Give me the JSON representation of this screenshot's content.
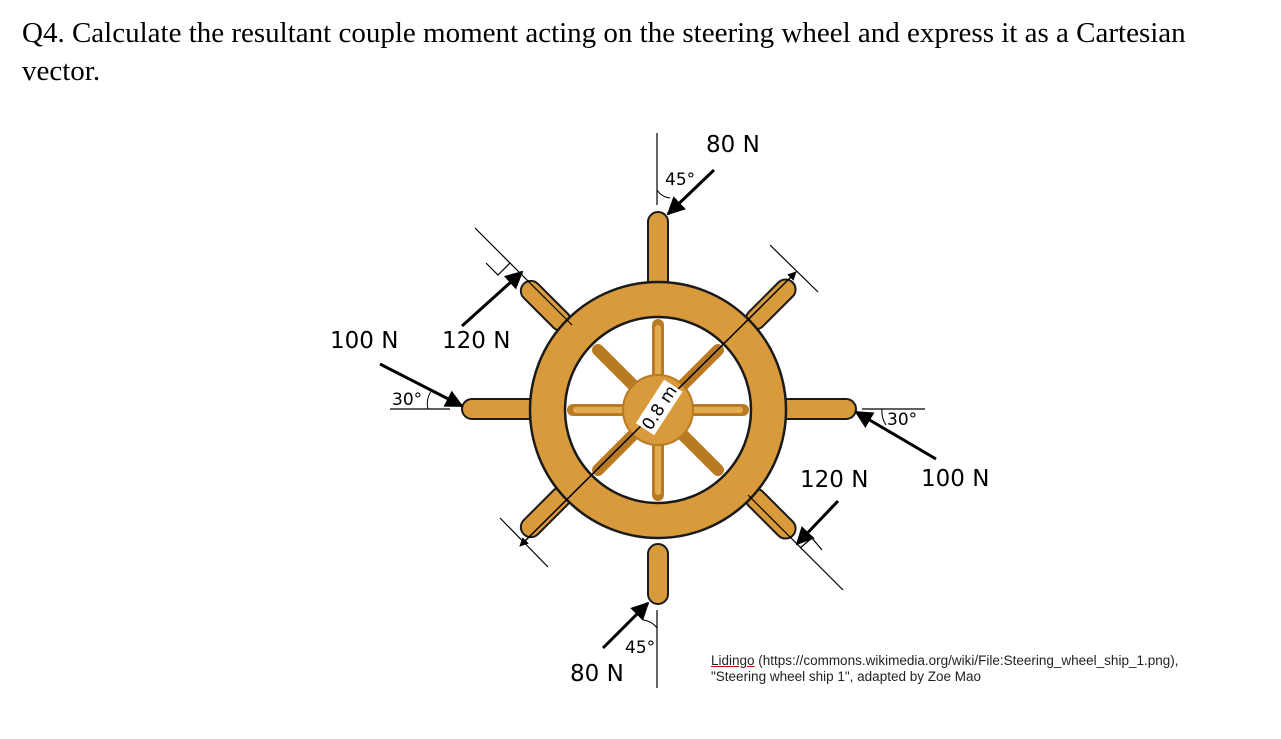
{
  "question": {
    "text": "Q4. Calculate the resultant couple moment acting on the steering wheel and express it as a Cartesian vector."
  },
  "diagram": {
    "forces": {
      "top": "80 N",
      "bottom": "80 N",
      "left_horizontal": "100 N",
      "right_horizontal": "100 N",
      "upper_left_diagonal": "120 N",
      "lower_right_diagonal": "120 N"
    },
    "angles": {
      "top": "45°",
      "bottom": "45°",
      "left": "30°",
      "right": "30°"
    },
    "dimension": "0.8 m",
    "colors": {
      "wood": "#D89A3A",
      "wood_dark": "#B87A22",
      "outline": "#1a1a1a"
    }
  },
  "credit": {
    "author": "Lidingo",
    "source": " (https://commons.wikimedia.org/wiki/File:Steering_wheel_ship_1.png),",
    "line2": "\"Steering wheel ship 1\", adapted by Zoe Mao"
  }
}
